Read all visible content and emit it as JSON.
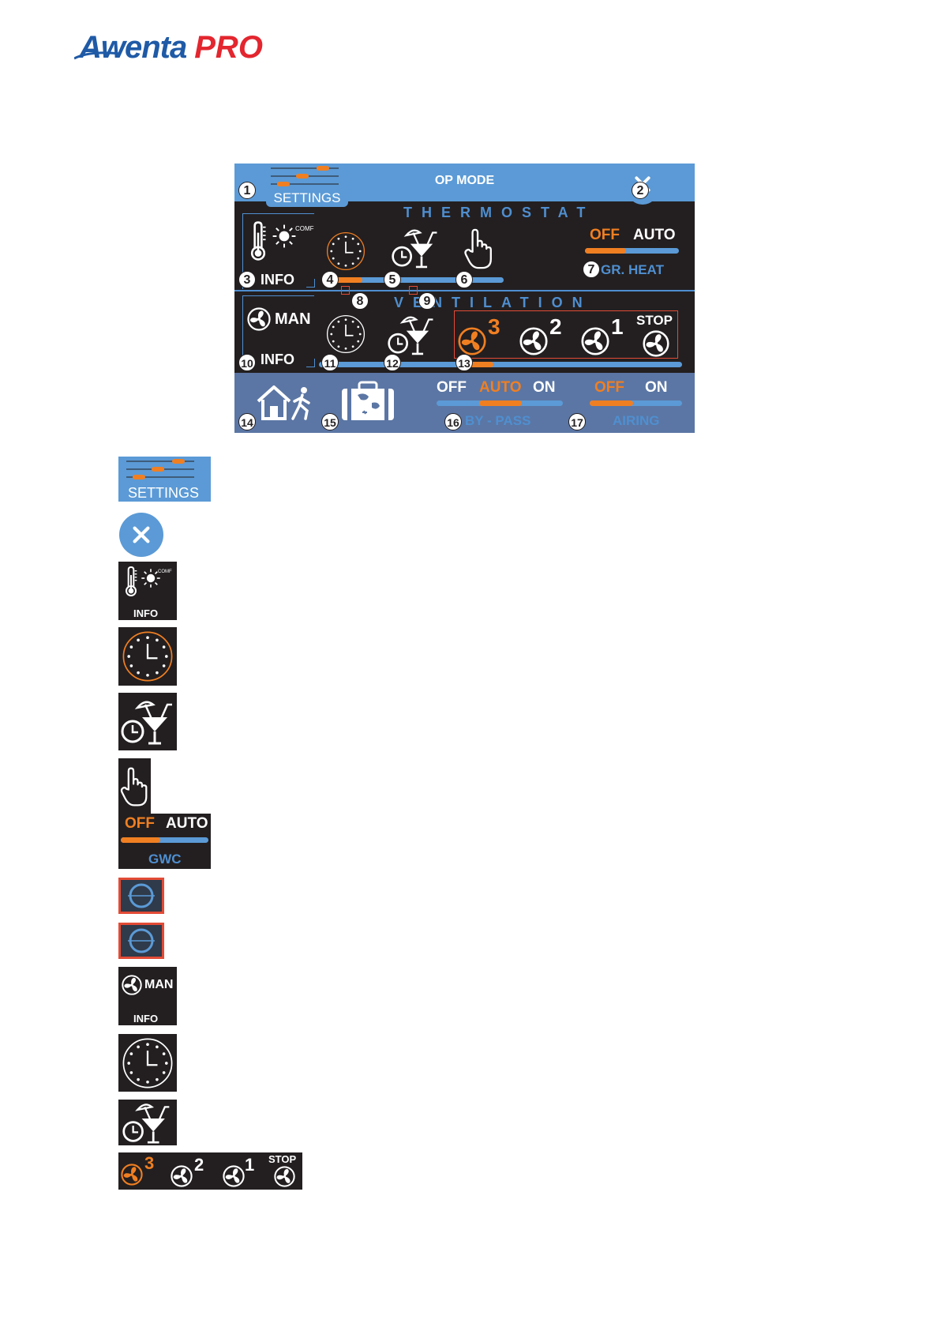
{
  "logo": {
    "brand": "Awenta",
    "suffix": "PRO"
  },
  "screen": {
    "title": "OP MODE",
    "settings_label": "SETTINGS",
    "thermostat_title": "THERMOSTAT",
    "ventilation_title": "VENTILATION",
    "thermo_info": {
      "label": "INFO",
      "badge": "COMF"
    },
    "vent_info": {
      "mode": "MAN",
      "label": "INFO"
    },
    "gr_heat": {
      "off": "OFF",
      "auto": "AUTO",
      "label": "GR. HEAT",
      "active": "OFF"
    },
    "fan_speeds": [
      {
        "digit": "3",
        "active": true
      },
      {
        "digit": "2",
        "active": false
      },
      {
        "digit": "1",
        "active": false
      },
      {
        "label": "STOP",
        "active": false
      }
    ],
    "bypass": {
      "off": "OFF",
      "auto": "AUTO",
      "on": "ON",
      "label": "BY - PASS",
      "active": "AUTO"
    },
    "airing": {
      "off": "OFF",
      "on": "ON",
      "label": "AIRING",
      "active": "OFF"
    },
    "callouts": [
      "1",
      "2",
      "3",
      "4",
      "5",
      "6",
      "7",
      "8",
      "9",
      "10",
      "11",
      "12",
      "13",
      "14",
      "15",
      "16",
      "17"
    ]
  },
  "legend": {
    "settings_label": "SETTINGS",
    "thermo_info": {
      "label": "INFO",
      "badge": "COMF"
    },
    "gwc": {
      "off": "OFF",
      "auto": "AUTO",
      "label": "GWC"
    },
    "vent_info": {
      "mode": "MAN",
      "label": "INFO"
    },
    "fan_speeds": {
      "d3": "3",
      "d2": "2",
      "d1": "1",
      "stop": "STOP"
    }
  },
  "colors": {
    "accent_blue": "#5b9ad6",
    "accent_orange": "#f07f22",
    "panel_dark": "#231f20",
    "bottom_bar": "#5b76a4",
    "highlight_red": "#e34b36",
    "logo_blue": "#1f5aa6",
    "logo_red": "#e3262f"
  }
}
